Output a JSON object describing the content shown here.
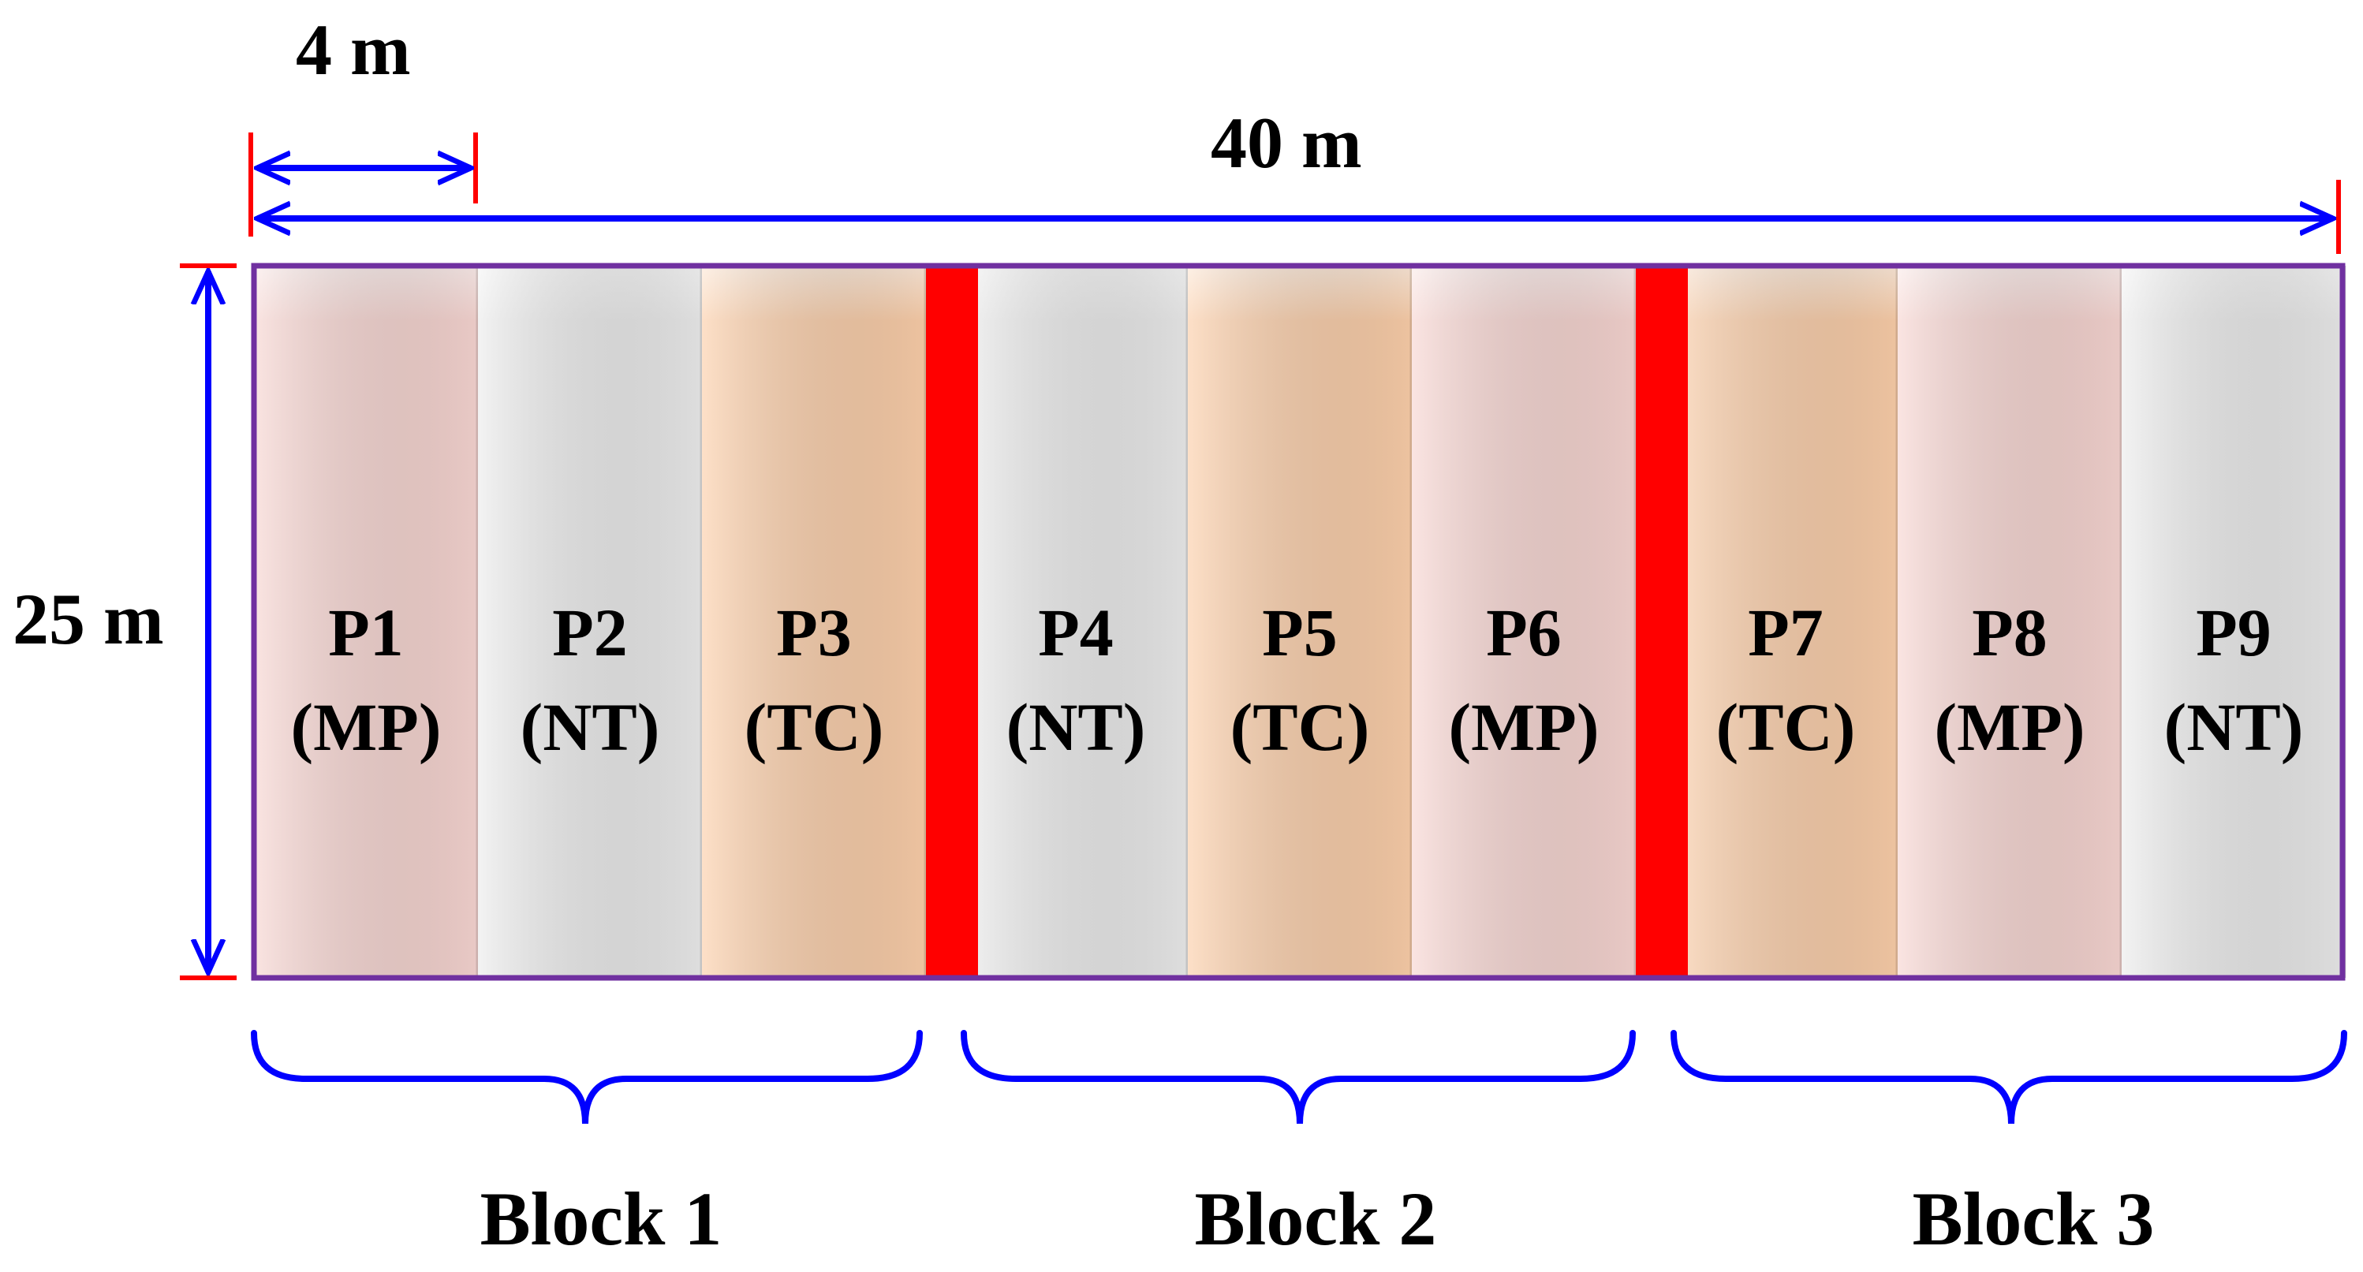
{
  "dimensions": {
    "plot_width": "4 m",
    "total_width": "40 m",
    "height": "25 m"
  },
  "plots": [
    {
      "id": "P1",
      "treatment": "(MP)",
      "block": 1
    },
    {
      "id": "P2",
      "treatment": "(NT)",
      "block": 1
    },
    {
      "id": "P3",
      "treatment": "(TC)",
      "block": 1
    },
    {
      "id": "P4",
      "treatment": "(NT)",
      "block": 2
    },
    {
      "id": "P5",
      "treatment": "(TC)",
      "block": 2
    },
    {
      "id": "P6",
      "treatment": "(MP)",
      "block": 2
    },
    {
      "id": "P7",
      "treatment": "(TC)",
      "block": 3
    },
    {
      "id": "P8",
      "treatment": "(MP)",
      "block": 3
    },
    {
      "id": "P9",
      "treatment": "(NT)",
      "block": 3
    }
  ],
  "blocks": [
    {
      "label": "Block 1"
    },
    {
      "label": "Block 2"
    },
    {
      "label": "Block 3"
    }
  ],
  "colors": {
    "MP": "#f8d6d2",
    "NT": "#ececec",
    "TC": "#fccfaa",
    "separator": "#ff0000",
    "dimension_line": "#0000ff",
    "tick": "#ff0000",
    "outline": "#7030a0",
    "brace": "#0000ff"
  }
}
